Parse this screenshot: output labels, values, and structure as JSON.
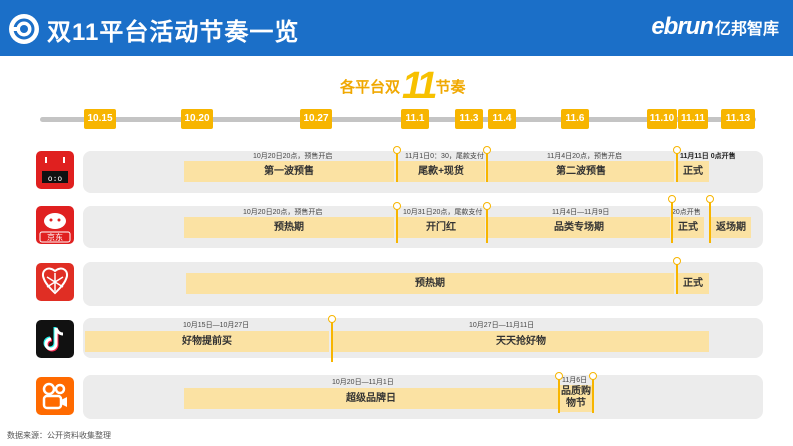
{
  "header": {
    "title": "双11平台活动节奏一览",
    "brand_en": "ebrun",
    "brand_cn": "亿邦智库"
  },
  "subtitle": {
    "left": "各平台双",
    "mid": "11",
    "right": "节奏"
  },
  "timeline": {
    "dates": [
      "10.15",
      "10.20",
      "10.27",
      "11.1",
      "11.3",
      "11.4",
      "11.6",
      "11.10",
      "11.11",
      "11.13"
    ]
  },
  "platforms": {
    "tmall": {
      "icon": "tmall-icon",
      "notes": [
        "10月20日20点，预售开启",
        "11月1日0：30，尾款支付",
        "11月4日20点，预售开启",
        "11月11日 0点开售"
      ],
      "bars": [
        "第一波预售",
        "尾款+现货",
        "第二波预售",
        "正式"
      ]
    },
    "jd": {
      "icon": "jd-icon",
      "notes": [
        "10月20日20点，预售开启",
        "10月31日20点，尾款支付",
        "11月4日—11月9日",
        "20点开售"
      ],
      "bars": [
        "预热期",
        "开门红",
        "品类专场期",
        "正式",
        "返场期"
      ]
    },
    "pdd": {
      "icon": "pinduoduo-icon",
      "bars": [
        "预热期",
        "正式"
      ]
    },
    "douyin": {
      "icon": "douyin-icon",
      "notes": [
        "10月15日—10月27日",
        "10月27日—11月11日"
      ],
      "bars": [
        "好物提前买",
        "天天抢好物"
      ]
    },
    "kuaishou": {
      "icon": "kuaishou-icon",
      "notes": [
        "10月20日—11月1日",
        "11月6日"
      ],
      "bars": [
        "超级品牌日",
        "品质购物节"
      ]
    }
  },
  "source": "数据来源：公开资料收集整理",
  "colors": {
    "header_blue": "#1b6fc8",
    "accent_yellow": "#f7b500",
    "bar_fill": "#fbe2a3",
    "row_bg": "#ececec"
  }
}
